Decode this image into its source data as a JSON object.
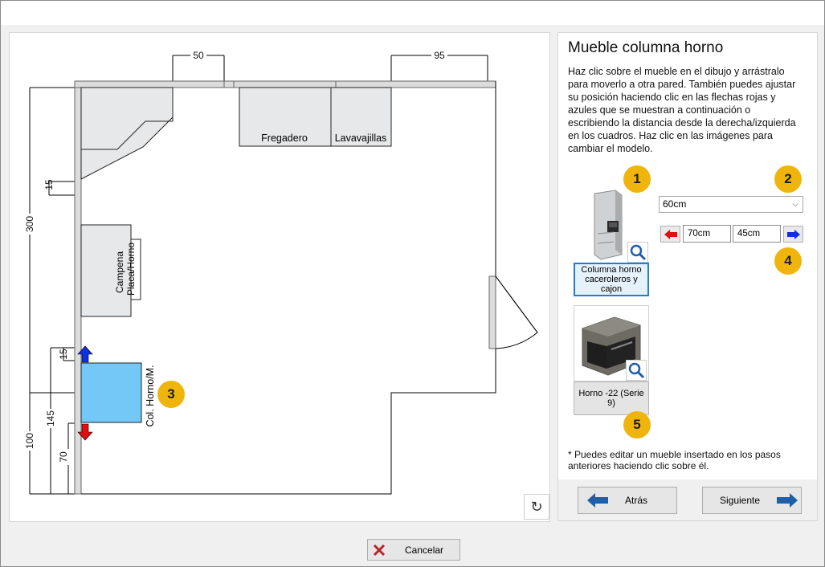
{
  "panel": {
    "title": "Mueble columna horno",
    "description": "Haz clic sobre el mueble en el dibujo y arrástralo para moverlo a otra pared. También puedes ajustar su posición haciendo clic en las flechas rojas y azules que se muestran a continuación o escribiendo la distancia desde la derecha/izquierda en los cuadros. Haz clic en las imágenes para cambiar el modelo.",
    "note": "* Puedes editar un mueble insertado en los pasos anteriores haciendo clic sobre él."
  },
  "models": [
    {
      "caption": "Columna horno caceroleros y cajon",
      "selected": true
    },
    {
      "caption": "Horno -22 (Serie 9)",
      "selected": false
    }
  ],
  "width_select": {
    "value": "60cm",
    "options": [
      "60cm"
    ]
  },
  "position": {
    "left_value": "70cm",
    "right_value": "45cm"
  },
  "badges": [
    "1",
    "2",
    "3",
    "4",
    "5"
  ],
  "plan": {
    "dims": {
      "top_left": "50",
      "top_right": "95",
      "left_total": "300",
      "left_upper": "15",
      "left_gap": "15",
      "left_bottom": "100",
      "left_mid": "145",
      "left_low": "70"
    },
    "labels": {
      "sink": "Fregadero",
      "dishwasher": "Lavavajillas",
      "hood": "Campena",
      "hob": "Placa/Horno",
      "column": "Col. Horno/M."
    }
  },
  "buttons": {
    "back": "Atrás",
    "next": "Siguiente",
    "cancel": "Cancelar"
  },
  "colors": {
    "accent": "#1f5fa8",
    "badge": "#f0b50c",
    "column_fill": "#74c8f8",
    "up_arrow": "#1030e0",
    "down_arrow": "#e01010",
    "cancel_icon": "#b8232a"
  }
}
